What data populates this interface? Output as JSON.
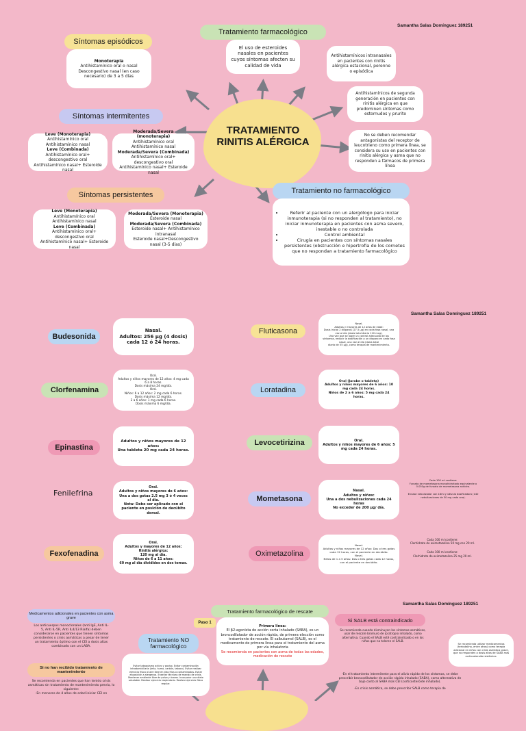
{
  "author": "Samantha Salas Domínguez 189251",
  "section1": {
    "center_title_1": "TRATAMIENTO",
    "center_title_2": "RINITIS ALÉRGICA",
    "episodicos": {
      "title": "Síntomas episódicos",
      "head": "Monoterapia",
      "body": "Antihistamínico oral o nasal Descongestivo nasal (en caso necesario) de 3 a 5 días"
    },
    "intermitentes": {
      "title": "Síntomas intermitentes",
      "leve": {
        "h1": "Leve (Monoterapia)",
        "l1": "Antihistamínico oral",
        "l2": "Antihistamínico nasal",
        "h2": "Leve (Combinada)",
        "l3": "Antihistamínico oral+ descongestivo oral",
        "l4": "Antihistamínico nasal+ Esteroide nasal"
      },
      "moderada": {
        "h1": "Moderada/Severa (monoterapia)",
        "l1": "Antihistamínico oral",
        "l2": "Antihistamínico nasal",
        "h2": "Moderada/Severa (Combinada)",
        "l3": "Antihistamínico oral+ descongestivo oral",
        "l4": "Antihistamínico nasal+ Esteroide nasal"
      }
    },
    "persistentes": {
      "title": "Síntomas persistentes",
      "leve": {
        "h1": "Leve (Monoterapia)",
        "l1": "Antihistamínico oral",
        "l2": "Antihistamínico nasal",
        "h2": "Leve (Combinada)",
        "l3": "Antihistamínico oral+ descongestivo oral",
        "l4": "Antihistamínico nasal+ Esteroide nasal"
      },
      "moderada": {
        "h1": "Moderada/Severa (Monoterapia)",
        "l1": "Esteroide nasal",
        "h2": "Moderada/Severa (Combinada)",
        "l2": "Esteroide nasal+ Antihistamínico intranasal",
        "l3": "Esteroide nasal+Descongestivo nasal (3-5 días)"
      }
    },
    "farmacologico": {
      "title": "Tratamiento farmacológico",
      "c1": "El uso de esteroides nasales en pacientes cuyos síntomas afecten su calidad de vida",
      "c2": "Antihistamínicos intranasales en pacientes con rinitis alérgica estacional, perenne o episódica",
      "c3": "Antihistamínicos de segunda generación en pacientes con rinitis alérgica en que predominen síntomas como estornudos y prurito",
      "c4": "No se deben recomendar antagonistas del receptor de leucotrieno como primera línea, se considera su uso en pacientes con rinitis alérgica y asma que no responden a fármacos de primera línea"
    },
    "no_farmacologico": {
      "title": "Tratamiento no farmacológico",
      "items": [
        "Referir al paciente con un alergólogo para iniciar inmunoterapia (si no responden al tratamiento), no iniciar inmunoterapia en pacientes con asma severo, inestable o no controlada",
        "Control ambiental",
        "Cirugía en pacientes con síntomas nasales persistentes (obstrucción e hipertrofia de los cornetes que no respondan a tratamiento farmacológico"
      ]
    }
  },
  "section2": {
    "drugs": [
      {
        "name": "Budesonida",
        "info": [
          "Nasal.",
          "Adultos: 256 µg (4 dosis)",
          "cada 12 ó 24 horas."
        ]
      },
      {
        "name": "Clorfenamina",
        "info": [
          "Oral.",
          "Adultos y niños mayores de 12 años: 4 mg cada 6 a 8 horas.",
          "Dosis máxima 24 mg/día.",
          "Oral.",
          "Niños: 6 a 12 años: 2 mg cada 6 horas.",
          "Dosis máxima 12 mg/día.",
          "2 a 6 años: 1 mg cada 6 horas.",
          "Dosis máxima 6 mg/día."
        ]
      },
      {
        "name": "Epinastina",
        "info": [
          "Adultos y niños mayores de 12 años:",
          "Una tableta 20 mg cada 24 horas."
        ]
      },
      {
        "name": "Fenilefrina",
        "info": [
          "Oral.",
          "Adultos y niños mayores de 6 años: Una a dos gotas 2.5 mg 3 ó 4 veces al día.",
          "Nota: Debe ser aplicado con el paciente en posición de decúbito dorsal."
        ]
      },
      {
        "name": "Fexofenadina",
        "info": [
          "Oral.",
          "Adultos y mayores de 12 años:",
          "Rinitis alérgica:",
          "120 mg al día.",
          "Niños de 6 a 11 años:",
          "60 mg al día divididos en dos tomas."
        ]
      },
      {
        "name": "Fluticasona",
        "info": [
          "Nasal.",
          "Adultos y mayores de 12 años de edad:",
          "Dosis inicial 2 disparos (27.5 µg) en cada fosa nasal, una vez al día (dosis total diaria 110 mcg).",
          "Una vez que se logre un control adecuado de los síntomas, reducir la dosificación a un disparo en cada fosa nasal, una vez al día (dosis total",
          "diaria de 55 µg), como terapia de mantenimiento."
        ]
      },
      {
        "name": "Loratadina",
        "info": [
          "Oral (Jarabe o tableta)",
          "Adultos y niños mayores de 6 años: 10 mg cada 24 horas.",
          "Niños de 2 a 6 años: 5 mg cada 24 horas."
        ]
      },
      {
        "name": "Levocetirizina",
        "info": [
          "Oral.",
          "Adultos y niños mayores de 6 años: 5 mg cada 24 horas."
        ]
      },
      {
        "name": "Mometasona",
        "info": [
          "Nasal.",
          "Adultos y niños:",
          "Una a dos nebulizaciones cada 24 horas",
          "No exceder de 200 µg/ día."
        ],
        "side": [
          "Cada 100 ml contiene:",
          "Furoato de mometasona monohidratado equivalente a 0.050g de furoato de mometasona anhidra.",
          "Envase nebulizador con 18ml y válvula dosificadora (140 nebulizaciones de 50 mg cada una)."
        ]
      },
      {
        "name": "Oximetazolina",
        "info": [
          "Nasal.",
          "Adultos y niños mayores de 12 años: Dos o tres gotas cada 12 horas, con el paciente en decúbito.",
          "Nasal.",
          "Niños de 1 a 5 años: Dos o tres gotas cada 12 horas, con el paciente en decúbito."
        ],
        "side": [
          "Cada 100 ml contiene:",
          "Clorhidrato de oximetazolina 50 mg con 20 ml.",
          "Cada 100 ml contiene:",
          "Clorhidrato de oximetazolina 25 mg 20 ml."
        ]
      }
    ]
  },
  "section3": {
    "medicamentos_title": "Medicamentos adicionales en pacientes con asma grave",
    "medicamentos_body": "Los anticuerpos monoclonales (anti IgE, Anti IL-5, Anti IL-5R, Anti IL4/13 Rialfa) deben considerarse en pacientes que tienen síntomas persistentes o crisis asmáticas a pesar de tener un tratamiento óptimo con el CEI a dosis altas combinado con un LABA.",
    "sinohan_title": "Si no han recibido tratamiento de mantenimiento",
    "sinohan_body": "Se recomienda en pacientes que han tenido crisis asmáticas sin tratamiento de mantenimiento previo, lo siguiente:",
    "sinohan_body2": "-En menores de 4 años de edad iniciar CEI en",
    "no_farm_title": "Tratamiento NO farmacológico",
    "no_farm_list": "Evitar tabaquismo activo y pasivo. Evitar contaminación intradomiciliaria (leña, humo, carbón, tabaco). Evitar realizar ejercicio físico al aire libre en días fríos o contaminados. Evitar exposición a alergenos. Enseñar técnicas de manejo de crisis. Mantener ambiente libre de polvo y ácaros. Incorporar una dieta saludable. Realizar ejercicio respiratorio. Realizar ejercicio físico regular.",
    "rescate_title": "Tratamiento farmacológico de rescate",
    "paso_label": "Paso 1",
    "primera_linea": "Primera línea:",
    "rescate_body": "El β2-agonista de acción corta inhalado (SABA), es un broncodilatador de acción rápida, de primera elección como tratamiento de rescate. El salbutamol (SALB), es el medicamento de primera línea para el tratamiento del asma por vía inhalatoria",
    "rescate_red": "Se recomienda en pacientes con asma de todas las edades, medicación de rescate",
    "salb_title": "Si SALB está contraindicado",
    "salb_body": "Se recomienda cuando disminuyen los síntomas asmáticos, usar de rescate bromuro de ipratropio inhalado, como alternativa. Cuando el SALB esté contraindicado o en los niños que no toleren el SALB.",
    "salb_body2": "-En el tratamiento intermitente para el alivio rápido de los síntomas, se debe prescribir broncodilatador de acción rápida inhalado (SABA), como alternativa de bajo costo al SABA más CEI (corticosteroide inhalado).",
    "salb_body3": "-En crisis asmática, se debe prescribir SALB como terapia de",
    "right_note": "Se recomienda utilizar medicamentos (terbutalina, entre otros) como terapia adicional en niños con crisis asmática grave, que no responden a dosis altas de SABA más corticosteroide sistémico."
  }
}
